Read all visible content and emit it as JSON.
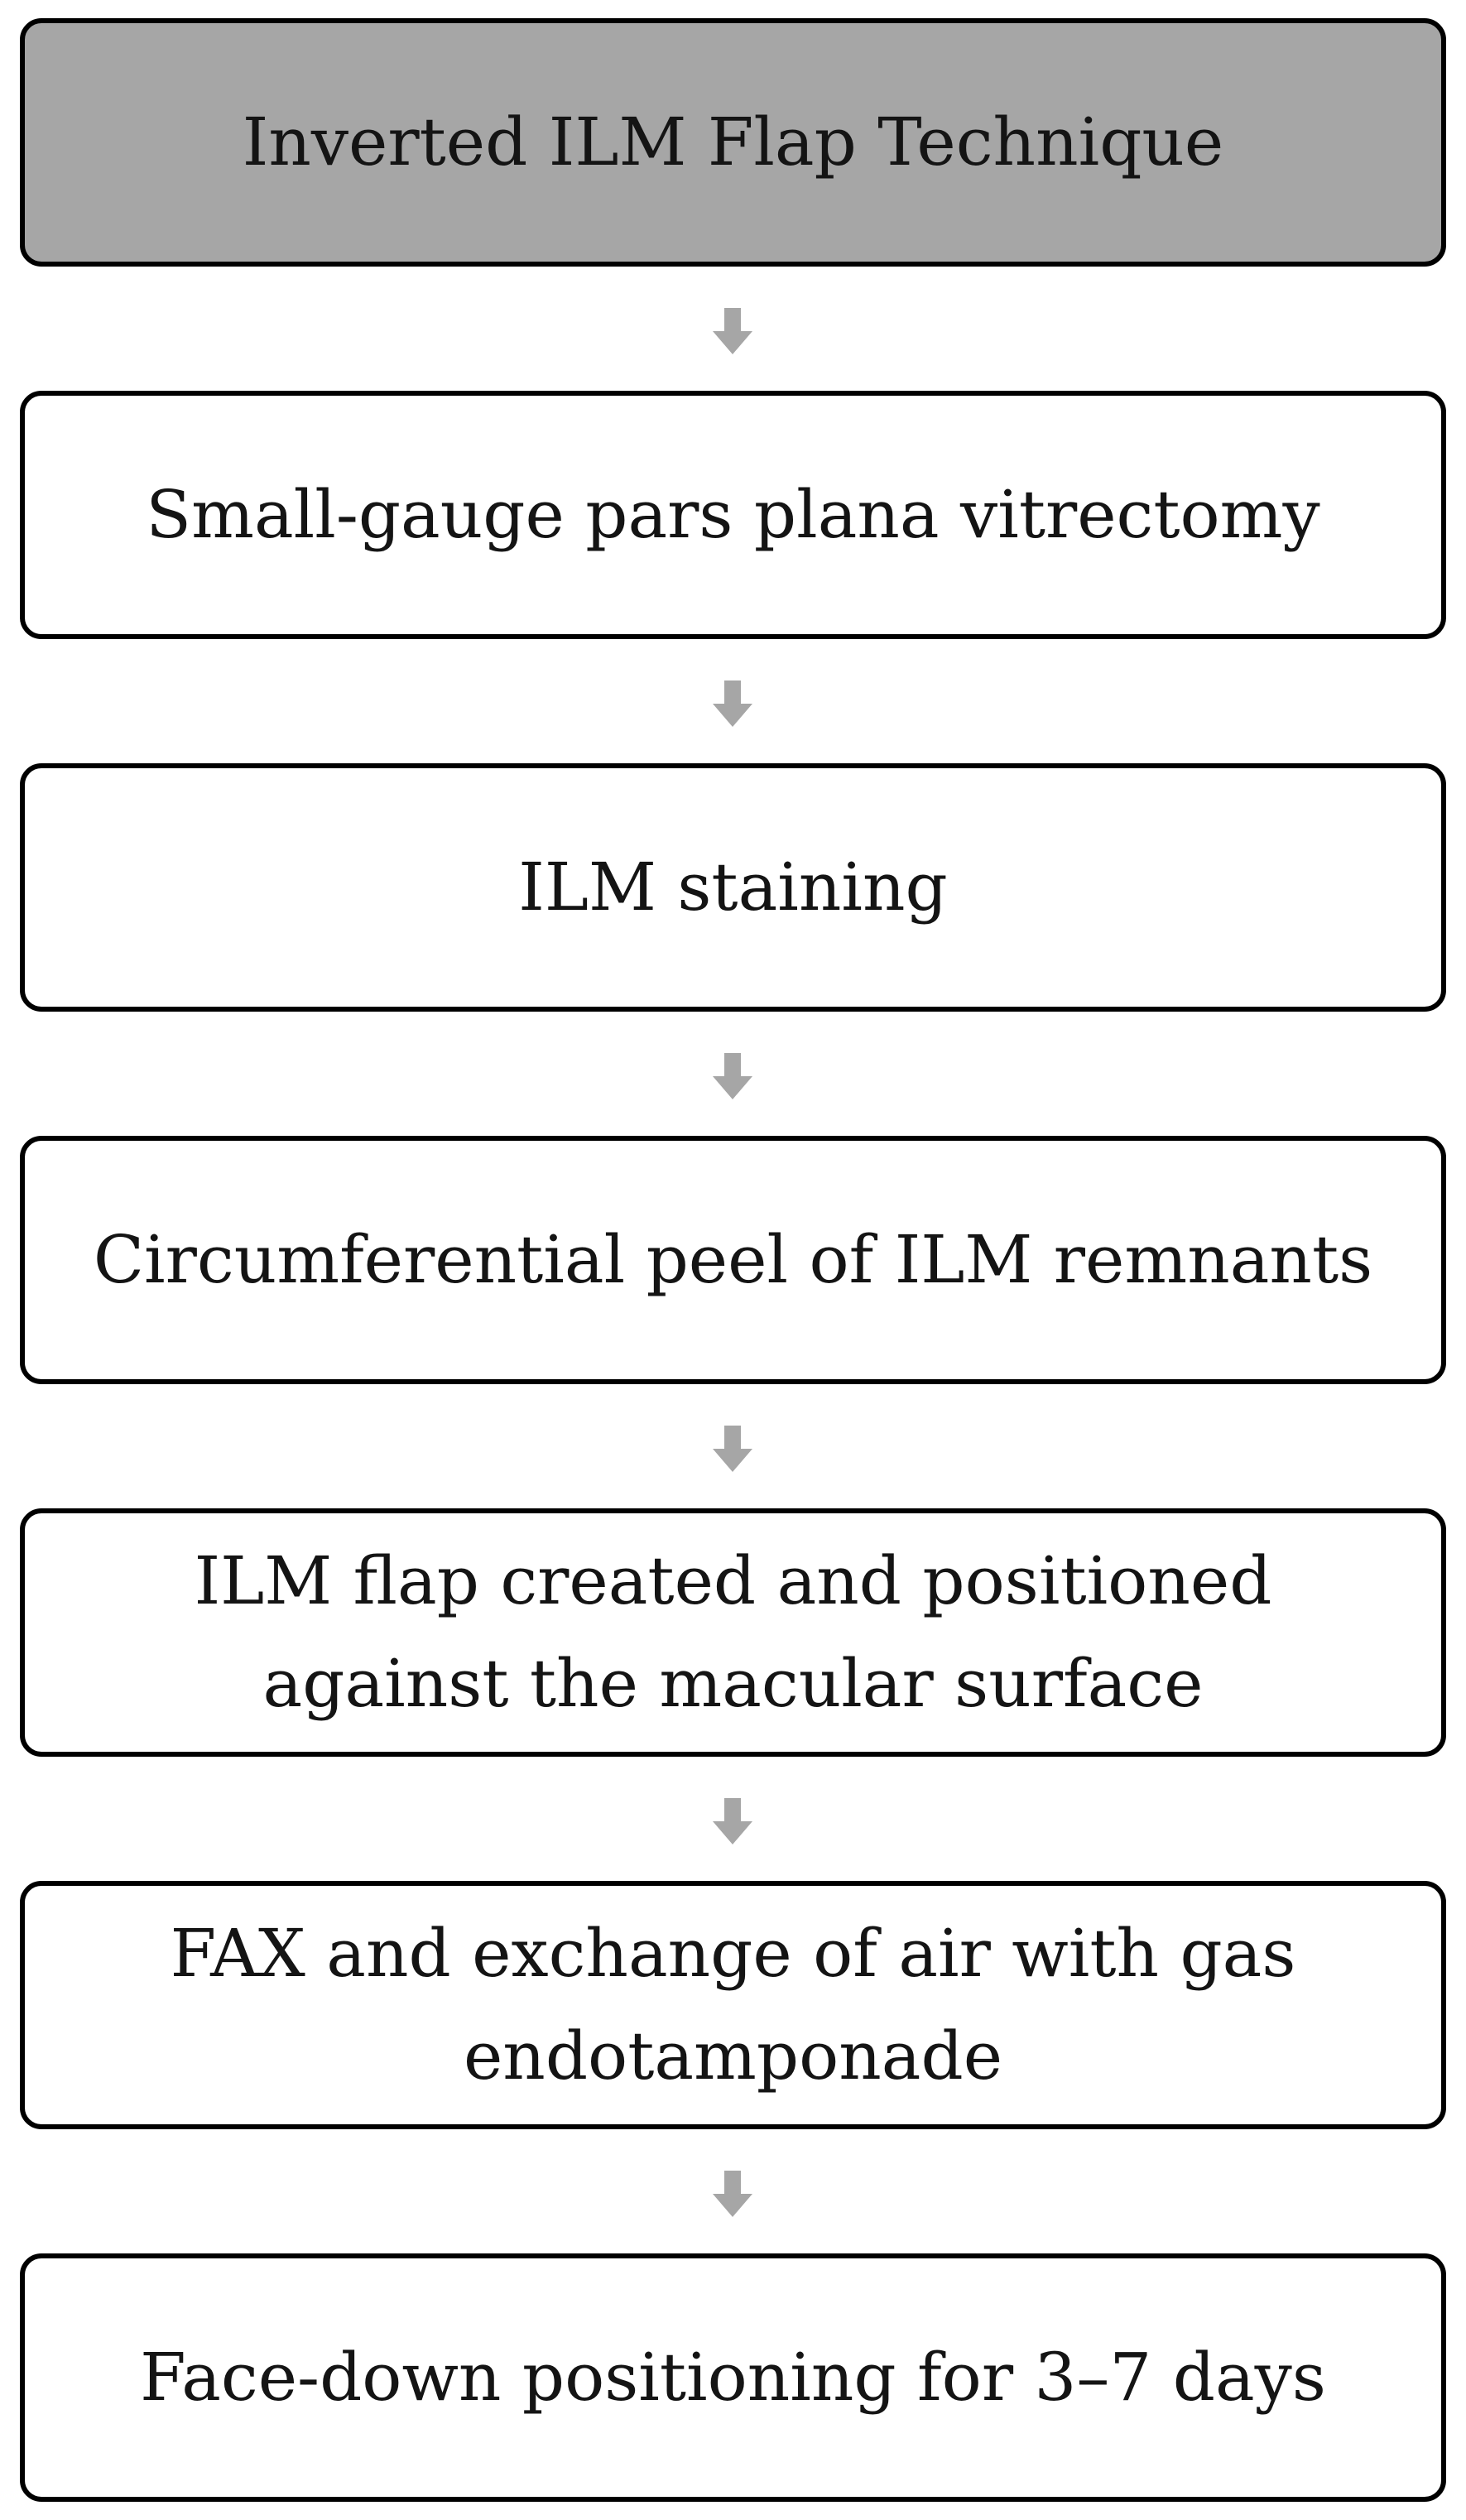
{
  "colors": {
    "header_fill": "#a6a6a6",
    "box_fill": "#ffffff",
    "border": "#000000",
    "arrow": "#a6a6a6",
    "text": "#141414"
  },
  "flowchart": {
    "title": "Inverted ILM Flap Technique",
    "steps": [
      {
        "label": "Small-gauge pars plana vitrectomy"
      },
      {
        "label": "ILM staining"
      },
      {
        "label": "Circumferential peel of ILM remnants"
      },
      {
        "label": "ILM flap created and positioned\nagainst the macular surface"
      },
      {
        "label": "FAX and exchange of air with gas\nendotamponade"
      },
      {
        "label": "Face-down positioning for 3–7 days"
      }
    ],
    "connector_icon": "down-arrow-icon"
  }
}
